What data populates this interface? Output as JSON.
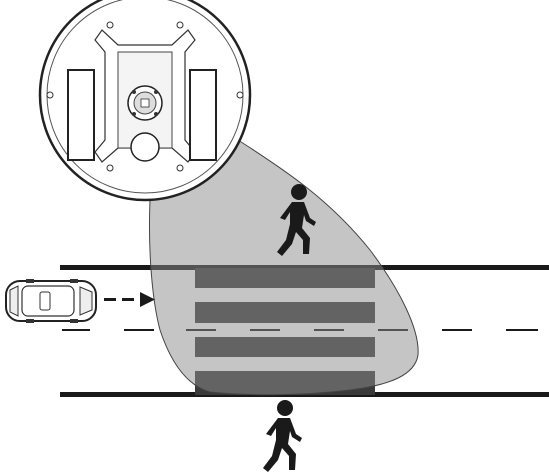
{
  "diagram": {
    "kind": "crosswalk-sensor-illustration",
    "colors": {
      "background": "#ffffff",
      "road_line": "#1a1a1a",
      "crosswalk_stripe": "#3a3a3a",
      "coverage_zone": "#8c8c8c",
      "sensor_body": "#ffffff",
      "outline": "#222222"
    },
    "elements": {
      "sensor": "overhead-sensor-unit",
      "coverage": "detection-zone",
      "car": "approaching-car",
      "car_direction": "dashed-arrow",
      "pedestrian_in_zone": "walking-pedestrian",
      "pedestrian_waiting": "walking-pedestrian"
    },
    "crosswalk_stripe_count": 4
  }
}
